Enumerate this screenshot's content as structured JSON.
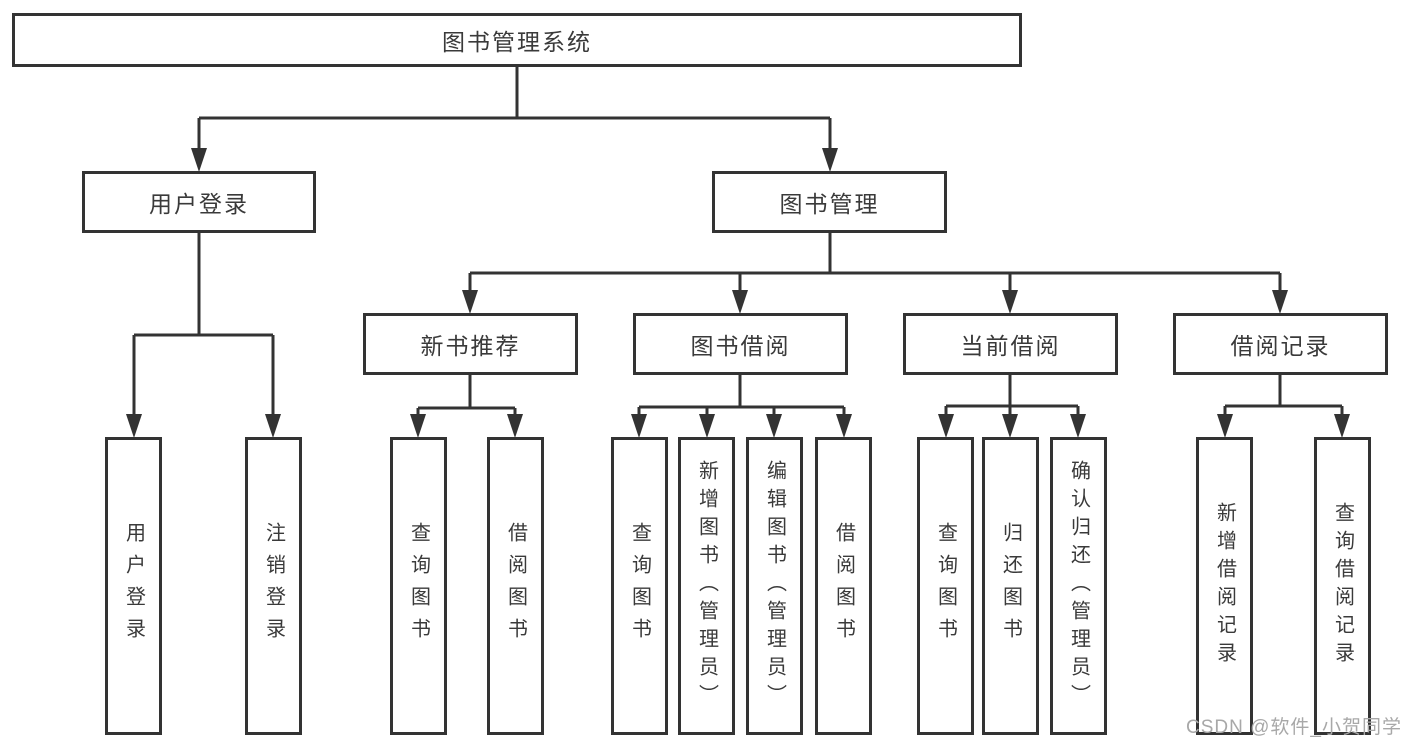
{
  "diagram": {
    "type": "hierarchy-tree",
    "title": "图书管理系统",
    "tree": {
      "label": "图书管理系统",
      "children": [
        {
          "label": "用户登录",
          "children": [
            {
              "label": "用户登录"
            },
            {
              "label": "注销登录"
            }
          ]
        },
        {
          "label": "图书管理",
          "children": [
            {
              "label": "新书推荐",
              "children": [
                {
                  "label": "查询图书"
                },
                {
                  "label": "借阅图书"
                }
              ]
            },
            {
              "label": "图书借阅",
              "children": [
                {
                  "label": "查询图书"
                },
                {
                  "label": "新增图书（管理员）"
                },
                {
                  "label": "编辑图书（管理员）"
                },
                {
                  "label": "借阅图书"
                }
              ]
            },
            {
              "label": "当前借阅",
              "children": [
                {
                  "label": "查询图书"
                },
                {
                  "label": "归还图书"
                },
                {
                  "label": "确认归还（管理员）"
                }
              ]
            },
            {
              "label": "借阅记录",
              "children": [
                {
                  "label": "新增借阅记录"
                },
                {
                  "label": "查询借阅记录"
                }
              ]
            }
          ]
        }
      ]
    }
  },
  "watermark": {
    "text": "CSDN @软件_小贺同学"
  },
  "colors": {
    "line": "#333333",
    "box_border": "#333333",
    "text": "#3a3a3a",
    "watermark": "#a8a8a8",
    "background": "#ffffff"
  }
}
